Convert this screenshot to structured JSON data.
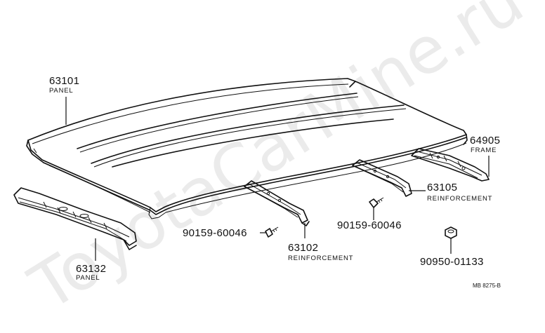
{
  "watermark": "ToyotaCarMine.ru",
  "parts": [
    {
      "number": "63101",
      "name": "PANEL"
    },
    {
      "number": "64905",
      "name": "FRAME"
    },
    {
      "number": "63105",
      "name": "REINFORCEMENT"
    },
    {
      "number": "90159-60046",
      "name": ""
    },
    {
      "number": "90159-60046",
      "name": ""
    },
    {
      "number": "63102",
      "name": "REINFORCEMENT"
    },
    {
      "number": "90950-01133",
      "name": ""
    },
    {
      "number": "63132",
      "name": "PANEL"
    }
  ],
  "diagram_code": "MB 8275-B"
}
